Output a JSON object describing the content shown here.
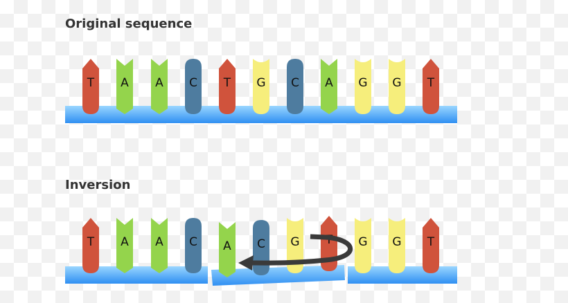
{
  "original": {
    "title": "Original sequence",
    "bases": [
      "T",
      "A",
      "A",
      "C",
      "T",
      "G",
      "C",
      "A",
      "G",
      "G",
      "T"
    ]
  },
  "inversion": {
    "title": "Inversion",
    "bases": [
      "T",
      "A",
      "A",
      "C",
      "A",
      "C",
      "G",
      "T",
      "G",
      "G",
      "T"
    ]
  },
  "colors": {
    "T": "#d0533c",
    "A": "#94d44c",
    "C": "#4e7c9f",
    "G": "#f6ee7c",
    "backbone_top": "#9ad6ff",
    "backbone_bottom": "#2f8ff2",
    "arrow": "#3a3a3a"
  }
}
